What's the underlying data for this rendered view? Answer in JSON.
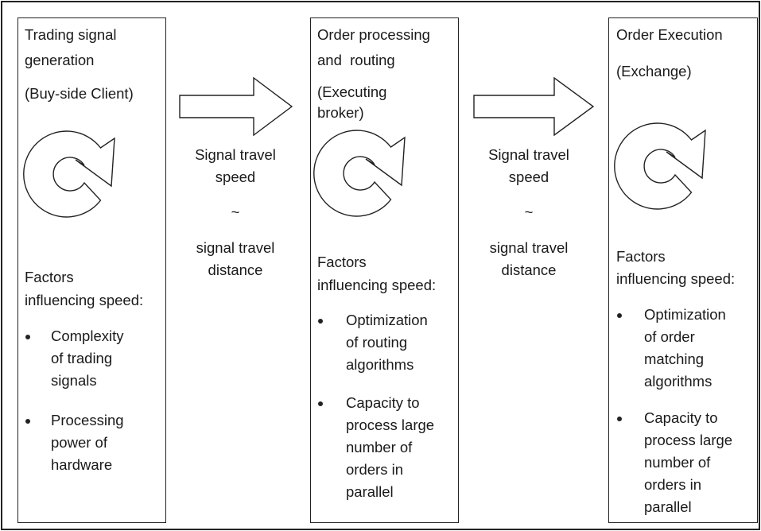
{
  "stages": [
    {
      "title_lines": [
        "Trading signal",
        "generation"
      ],
      "actor": "(Buy-side Client)",
      "factors_heading_lines": [
        "Factors",
        "influencing speed:"
      ],
      "factors": [
        {
          "lines": [
            "Complexity",
            "of trading",
            "signals"
          ]
        },
        {
          "lines": [
            "Processing",
            "power of",
            "hardware"
          ]
        }
      ]
    },
    {
      "title_lines": [
        "Order processing",
        "and  routing"
      ],
      "actor_lines": [
        "(Executing",
        "broker)"
      ],
      "factors_heading_lines": [
        "Factors",
        "influencing speed:"
      ],
      "factors": [
        {
          "lines": [
            "Optimization",
            "of routing",
            "algorithms"
          ]
        },
        {
          "lines": [
            "Capacity to",
            "process large",
            "number of",
            "orders in",
            "parallel"
          ]
        }
      ]
    },
    {
      "title_lines": [
        "Order Execution"
      ],
      "actor": "(Exchange)",
      "factors_heading_lines": [
        "Factors",
        "influencing speed:"
      ],
      "factors": [
        {
          "lines": [
            "Optimization",
            "of order",
            "matching",
            "algorithms"
          ]
        },
        {
          "lines": [
            "Capacity to",
            "process large",
            "number of",
            "orders in",
            "parallel"
          ]
        }
      ]
    }
  ],
  "connectors": [
    {
      "lines": [
        "Signal travel",
        "speed",
        "~",
        "signal travel",
        "distance"
      ]
    },
    {
      "lines": [
        "Signal travel",
        "speed",
        "~",
        "signal travel",
        "distance"
      ]
    }
  ],
  "icons": {
    "cycle": "circular-arrow-icon",
    "flow": "right-block-arrow-icon",
    "bullet": "bullet-icon"
  },
  "colors": {
    "stroke": "#222222",
    "fill": "#ffffff",
    "text": "#1a1a1a"
  }
}
